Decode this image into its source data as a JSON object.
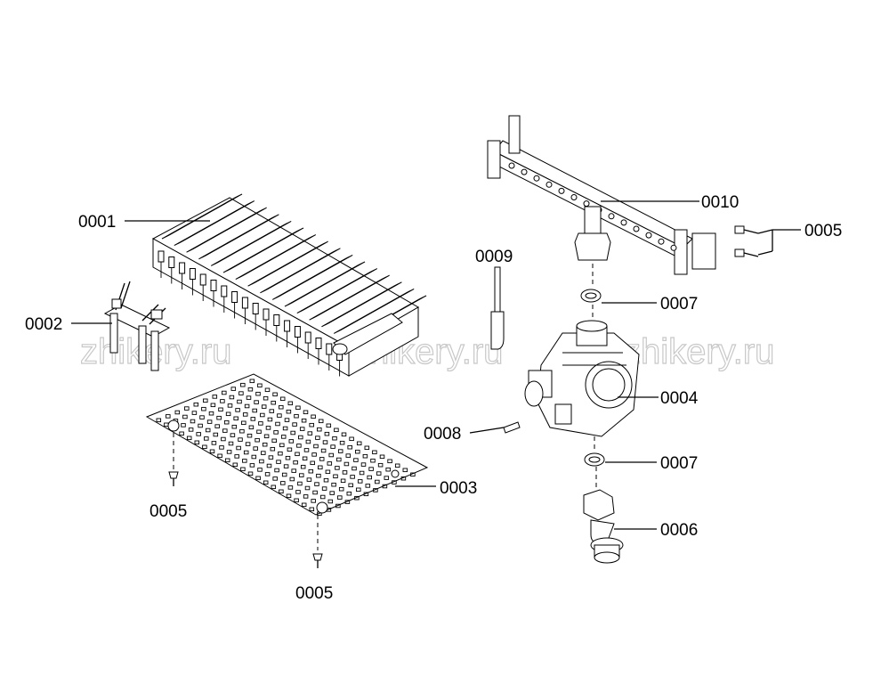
{
  "watermark": [
    "zhikery.ru",
    "zhikery.ru",
    "zhikery.ru"
  ],
  "labels": {
    "p0001": "0001",
    "p0002": "0002",
    "p0003": "0003",
    "p0004": "0004",
    "p0005_right": "0005",
    "p0005_mid": "0005",
    "p0005_bottom": "0005",
    "p0006": "0006",
    "p0007_top": "0007",
    "p0007_bottom": "0007",
    "p0008": "0008",
    "p0009": "0009",
    "p0010": "0010"
  }
}
